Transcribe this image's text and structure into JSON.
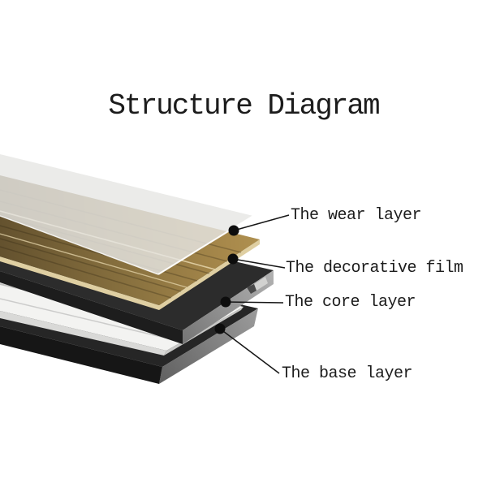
{
  "diagram": {
    "title": "Structure Diagram",
    "layers": [
      {
        "id": "wear-layer",
        "label": "The wear layer",
        "color": "#e7e7e4"
      },
      {
        "id": "decorative-film",
        "label": "The decorative film",
        "color": "#97793f"
      },
      {
        "id": "core-layer",
        "label": "The core layer",
        "color": "#2c2c2c"
      },
      {
        "id": "base-layer",
        "label": "The base layer",
        "color": "#262626"
      }
    ]
  },
  "colors": {
    "background": "#ffffff",
    "text": "#1c1c1c",
    "leader_line": "#161616",
    "leader_dot": "#0d0d0d",
    "wear_sheet": "#e7e7e4",
    "wood_dark": "#66542f",
    "wood_light": "#ab8e50",
    "wood_edge": "#dfcfa2",
    "core_top": "#2c2c2c",
    "core_end": "#9d9d9d",
    "core_front": "#1d1d1d",
    "underlay_white": "#f3f3f1",
    "underlay_front": "#d9d9d7",
    "base_top": "#262626",
    "base_end": "#8f8f8f",
    "base_front": "#161616"
  }
}
